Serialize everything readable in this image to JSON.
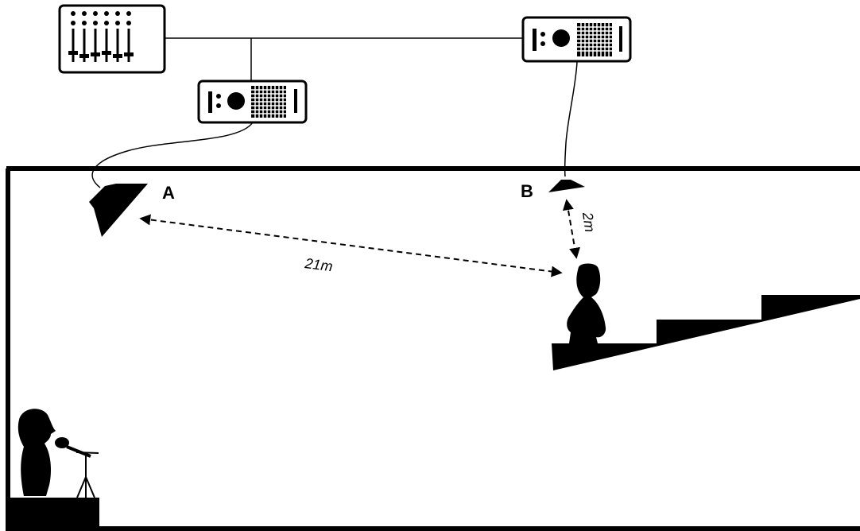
{
  "speakers": {
    "a": {
      "label": "A"
    },
    "b": {
      "label": "B"
    }
  },
  "distances": {
    "a_to_listener": "21m",
    "b_to_listener": "2m"
  },
  "colors": {
    "ink": "#000000",
    "background": "#ffffff"
  }
}
